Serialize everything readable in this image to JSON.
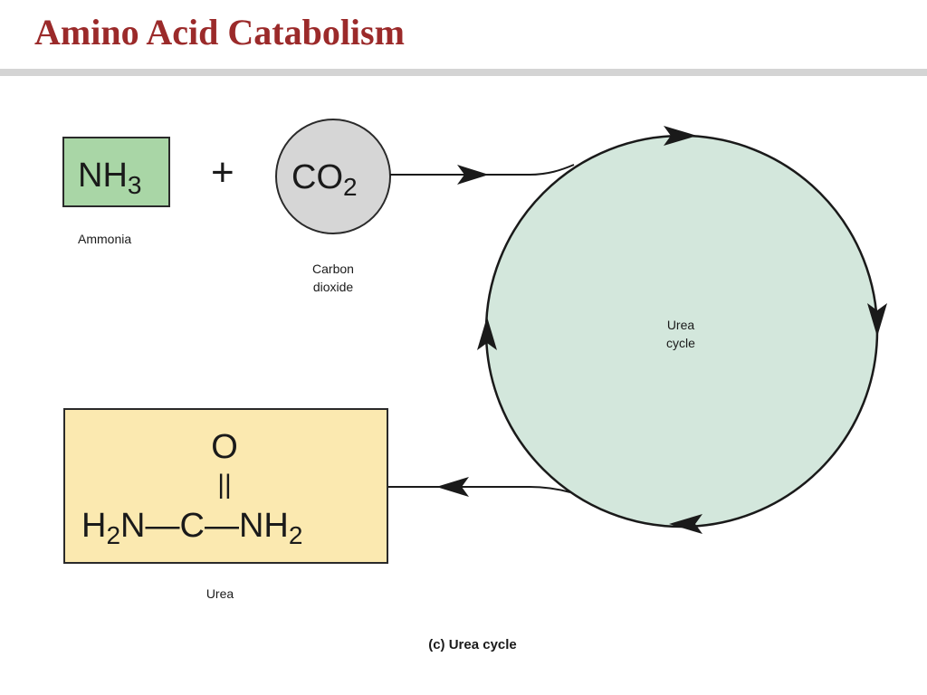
{
  "slide": {
    "title": "Amino Acid Catabolism",
    "title_color": "#9b2a2a"
  },
  "diagram": {
    "ammonia": {
      "formula_main": "NH",
      "formula_sub": "3",
      "label": "Ammonia",
      "fill": "#a9d6a6"
    },
    "plus_sign": "+",
    "carbon_dioxide": {
      "formula_main": "CO",
      "formula_sub": "2",
      "label_line1": "Carbon",
      "label_line2": "dioxide",
      "fill": "#d6d6d6"
    },
    "urea_cycle": {
      "label_line1": "Urea",
      "label_line2": "cycle",
      "fill": "#d3e7dc"
    },
    "urea": {
      "oxygen": "O",
      "double_bond": "||",
      "left_group_main": "H",
      "left_group_sub": "2",
      "left_group_n": "N",
      "bond_left": "—",
      "carbon": "C",
      "bond_right": "—",
      "right_group_main": "NH",
      "right_group_sub": "2",
      "label": "Urea",
      "fill": "#fbe9b0"
    },
    "caption": "(c) Urea cycle"
  }
}
